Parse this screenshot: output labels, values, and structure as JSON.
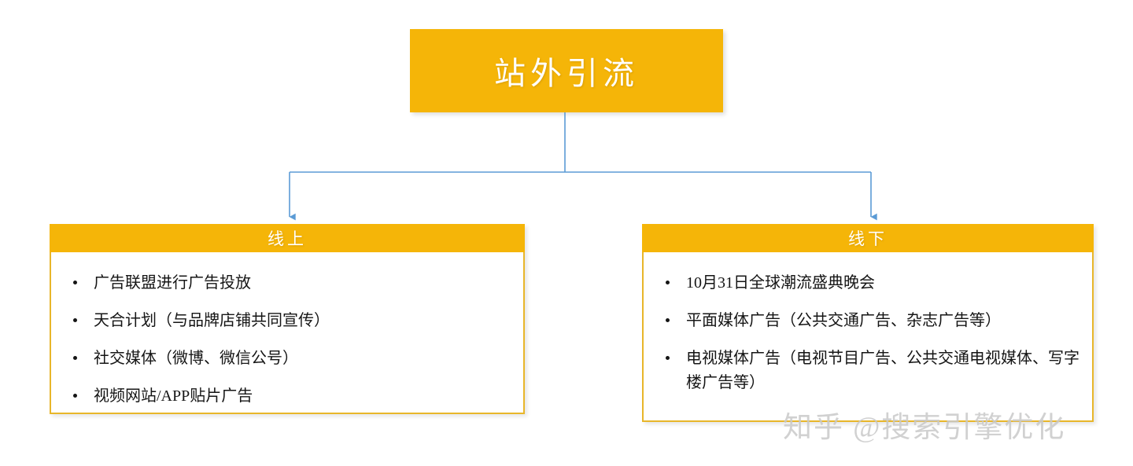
{
  "diagram": {
    "type": "hierarchy-tree",
    "root": {
      "label": "站外引流"
    },
    "connector": {
      "color": "#5B9BD5",
      "arrow_style": "filled-triangle"
    },
    "branches": [
      {
        "key": "online",
        "header": "线上",
        "items": [
          "广告联盟进行广告投放",
          "天合计划（与品牌店铺共同宣传）",
          "社交媒体（微博、微信公号）",
          "视频网站/APP贴片广告"
        ]
      },
      {
        "key": "offline",
        "header": "线下",
        "items": [
          "10月31日全球潮流盛典晚会",
          "平面媒体广告（公共交通广告、杂志广告等）",
          "电视媒体广告（电视节目广告、公共交通电视媒体、写字楼广告等）"
        ]
      }
    ],
    "colors": {
      "node_fill": "#F5B508",
      "node_text": "#FFFFFF",
      "box_border": "#E8B62A",
      "box_fill": "#FFFFFF",
      "body_text": "#151515",
      "connector": "#5B9BD5",
      "watermark": "#C9C9C9"
    }
  },
  "watermark": {
    "text": "知乎 @搜索引擎优化"
  }
}
